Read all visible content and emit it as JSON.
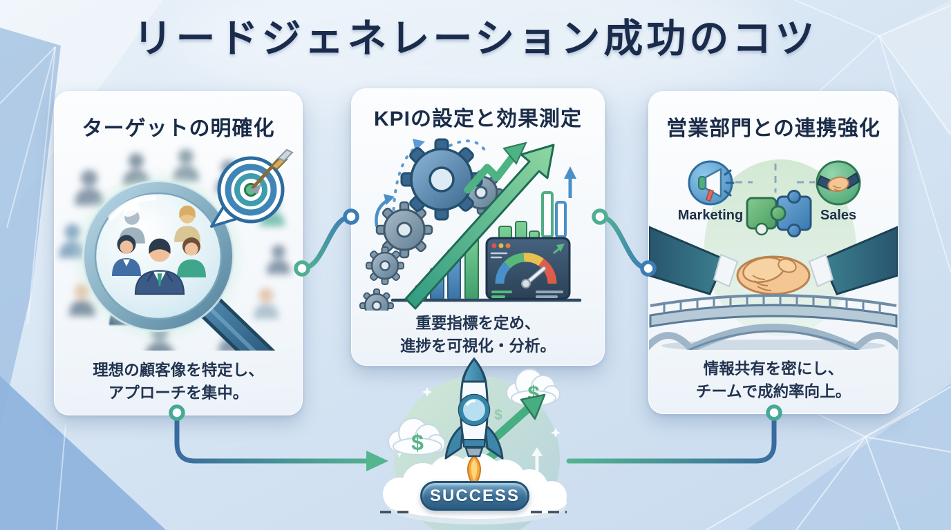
{
  "title": "リードジェネレーション成功のコツ",
  "cards": [
    {
      "title": "ターゲットの明確化",
      "desc_line1": "理想の顧客像を特定し、",
      "desc_line2": "アプローチを集中。",
      "icons": [
        "crowd-icon",
        "magnifying-glass-icon",
        "target-bullseye-icon"
      ]
    },
    {
      "title": "KPIの設定と効果測定",
      "desc_line1": "重要指標を定め、",
      "desc_line2": "進捗を可視化・分析。",
      "icons": [
        "gears-icon",
        "growth-arrow-icon",
        "bar-chart-icon",
        "gauge-dashboard-icon"
      ]
    },
    {
      "title": "営業部門との連携強化",
      "desc_line1": "情報共有を密にし、",
      "desc_line2": "チームで成約率向上。",
      "marketing_label": "Marketing",
      "sales_label": "Sales",
      "icons": [
        "megaphone-icon",
        "handshake-icon",
        "puzzle-pieces-icon",
        "bridge-icon"
      ]
    }
  ],
  "success": {
    "label": "SUCCESS",
    "dollar": "$",
    "icons": [
      "rocket-icon",
      "cloud-dollar-icon",
      "growth-arrow-icon"
    ]
  },
  "colors": {
    "title_navy": "#1a2b4c",
    "card_text_navy": "#203350",
    "connector_teal": "#52b193",
    "connector_blue": "#3c7cb4",
    "growth_green": "#4db383",
    "badge_blue": "#33658d",
    "card_background": "#f7fafd",
    "background_light_blue": "#d2e2f1"
  }
}
